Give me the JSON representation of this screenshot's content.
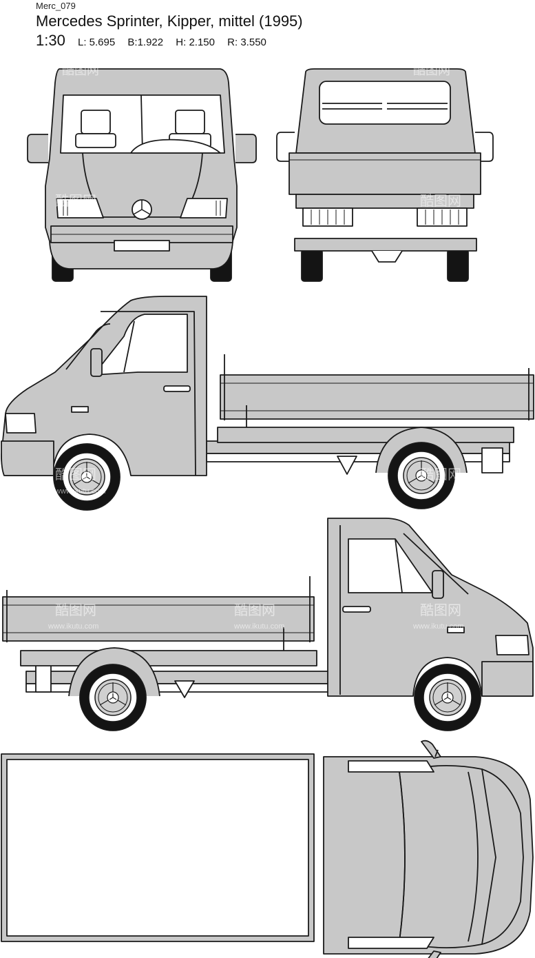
{
  "header": {
    "code": "Merc_079",
    "title": "Mercedes Sprinter, Kipper, mittel (1995)",
    "scale": "1:30",
    "length": "L: 5.695",
    "width": "B:1.922",
    "height": "H: 2.150",
    "wheelbase": "R: 3.550"
  },
  "watermark": {
    "brand": "酷图网",
    "url": "www.ikutu.com"
  },
  "colors": {
    "body": "#c8c8c8",
    "line": "#1a1a1a",
    "tire": "#141414",
    "background": "#ffffff"
  },
  "views": [
    "front-view",
    "rear-view",
    "left-side-view",
    "right-side-view",
    "top-view"
  ]
}
